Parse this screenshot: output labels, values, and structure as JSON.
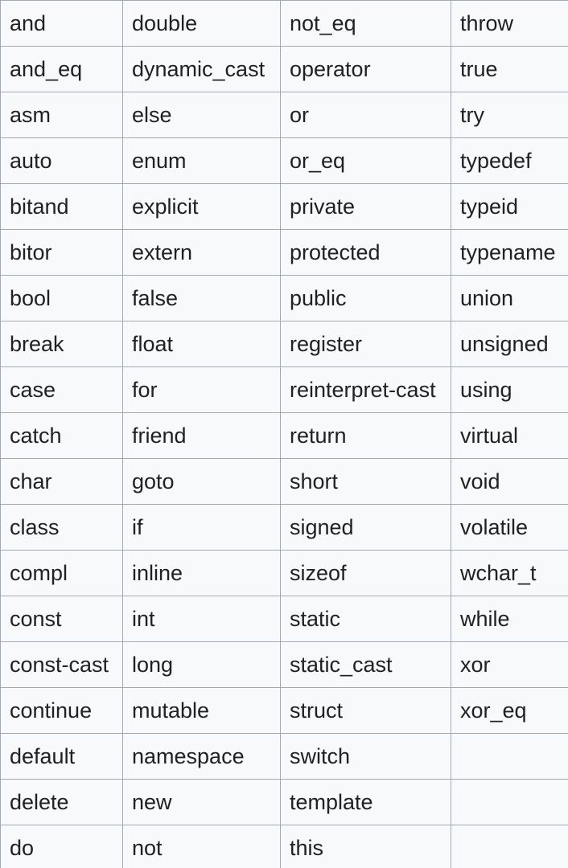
{
  "table": {
    "rows": [
      [
        "and",
        "double",
        "not_eq",
        "throw"
      ],
      [
        "and_eq",
        "dynamic_cast",
        "operator",
        "true"
      ],
      [
        "asm",
        "else",
        "or",
        "try"
      ],
      [
        "auto",
        "enum",
        "or_eq",
        "typedef"
      ],
      [
        "bitand",
        "explicit",
        "private",
        "typeid"
      ],
      [
        "bitor",
        "extern",
        "protected",
        "typename"
      ],
      [
        "bool",
        "false",
        "public",
        "union"
      ],
      [
        "break",
        "float",
        "register",
        "unsigned"
      ],
      [
        "case",
        "for",
        "reinterpret-cast",
        "using"
      ],
      [
        "catch",
        "friend",
        "return",
        "virtual"
      ],
      [
        "char",
        "goto",
        "short",
        "void"
      ],
      [
        "class",
        "if",
        "signed",
        "volatile"
      ],
      [
        "compl",
        "inline",
        "sizeof",
        "wchar_t"
      ],
      [
        "const",
        "int",
        "static",
        "while"
      ],
      [
        "const-cast",
        "long",
        "static_cast",
        "xor"
      ],
      [
        "continue",
        "mutable",
        "struct",
        "xor_eq"
      ],
      [
        "default",
        "namespace",
        "switch",
        ""
      ],
      [
        "delete",
        "new",
        "template",
        ""
      ],
      [
        "do",
        "not",
        "this",
        ""
      ]
    ]
  }
}
